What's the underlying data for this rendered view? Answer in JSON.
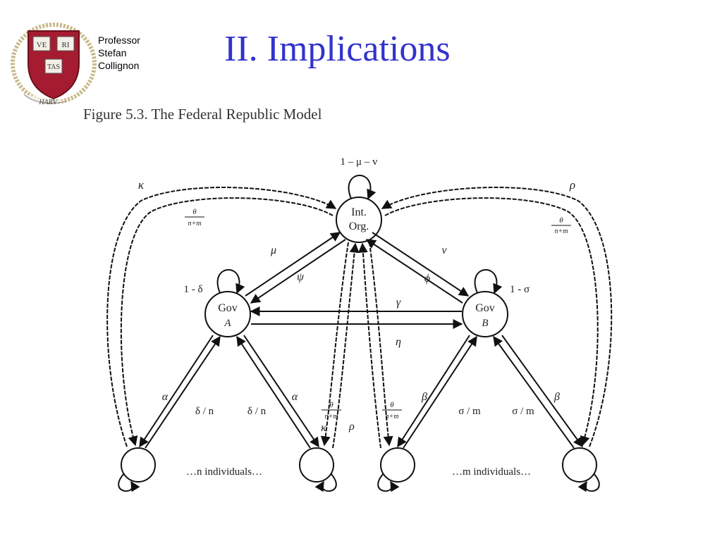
{
  "header": {
    "title": "II. Implications",
    "author_lines": [
      "Professor",
      "Stefan",
      "Collignon"
    ],
    "logo_text": [
      "VE",
      "RI",
      "TAS",
      "HARV"
    ]
  },
  "figure": {
    "caption": "Figure 5.3. The Federal Republic Model",
    "nodes": {
      "int_org": [
        "Int.",
        "Org."
      ],
      "gov_a": [
        "Gov",
        "A"
      ],
      "gov_b": [
        "Gov",
        "B"
      ],
      "group_n": "…n individuals…",
      "group_m": "…m individuals…"
    },
    "labels": {
      "self_int": "1 – μ – v",
      "self_a": "1 - δ",
      "self_b": "1 - σ",
      "kappa": "κ",
      "rho": "ρ",
      "theta": "θ",
      "n_plus_m": "n+m",
      "mu": "μ",
      "psi": "ψ",
      "v": "v",
      "phi": "ϕ",
      "gamma": "γ",
      "eta": "η",
      "alpha": "α",
      "beta": "β",
      "delta_n": "δ / n",
      "sigma_m": "σ / m"
    },
    "colors": {
      "title": "#3333cc",
      "crest_red": "#a51c30",
      "line": "#111111"
    }
  }
}
